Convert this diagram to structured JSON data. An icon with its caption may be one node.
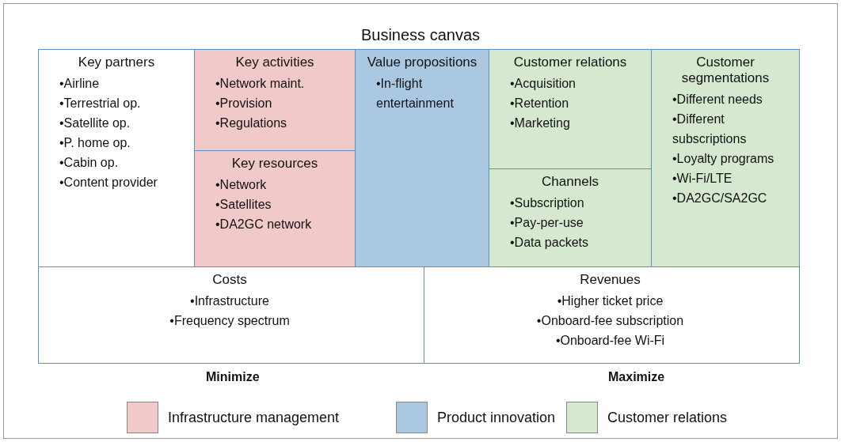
{
  "diagram": {
    "title": "Business canvas",
    "nodes": [
      {
        "text": [
          "Key partners",
          "•Airline",
          "•Terrestrial op.",
          "•Satellite op.",
          "•P. home op.",
          "•Cabin op.",
          "•Content provider"
        ]
      },
      {
        "text": [
          "Key activities",
          "•Network maint.",
          "•Provision",
          "•Regulations"
        ]
      },
      {
        "text": [
          "Key resources",
          "•Network",
          "•Satellites",
          "•DA2GC network"
        ]
      },
      {
        "text": [
          "Value propositions",
          "•In-flight entertainment"
        ]
      },
      {
        "text": [
          "Customer relations",
          "•Acquisition",
          "•Retention",
          "•Marketing"
        ]
      },
      {
        "text": [
          "Channels",
          "•Subscription",
          "•Pay-per-use",
          "•Data packets"
        ]
      },
      {
        "text": [
          "Customer segmentations",
          "•Different needs",
          "•Different subscriptions",
          "•Loyalty programs",
          "•Wi-Fi/LTE",
          "•DA2GC/SA2GC"
        ]
      },
      {
        "text": [
          "Costs",
          "•Infrastructure",
          "•Frequency spectrum"
        ]
      },
      {
        "text": [
          "Revenues",
          "•Higher ticket price",
          "•Onboard-fee subscription",
          "•Onboard-fee Wi-Fi"
        ]
      }
    ],
    "edges": [],
    "labels": [
      "Minimize",
      "Maximize"
    ],
    "legend": [
      {
        "text": "Infrastructure management",
        "color": "#f2c9c9"
      },
      {
        "text": "Product innovation",
        "color": "#abc8e2"
      },
      {
        "text": "Customer relations",
        "color": "#d6e8cf"
      }
    ]
  }
}
